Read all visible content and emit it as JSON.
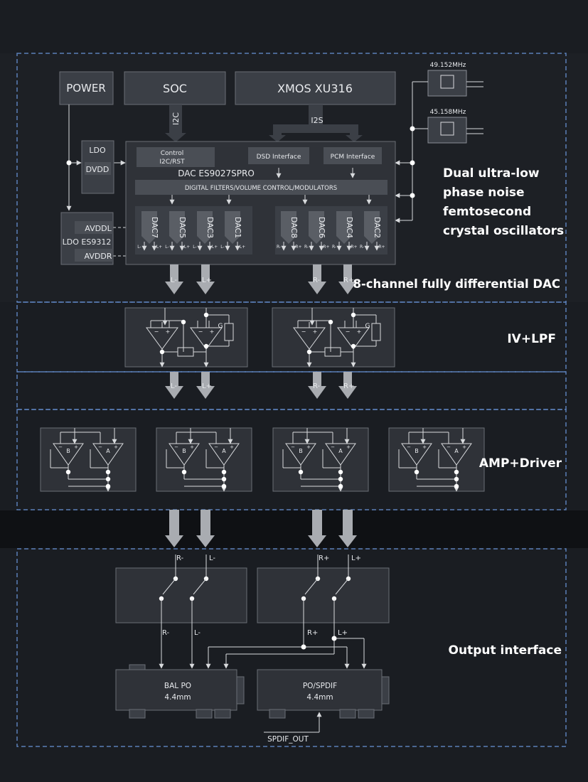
{
  "blocks": {
    "power": "POWER",
    "soc": "SOC",
    "xmos": "XMOS XU316",
    "i2c": "I2C",
    "i2s": "I2S",
    "osc1": "49.152MHz",
    "osc2": "45.158MHz",
    "ldo": "LDO",
    "dvdd": "DVDD",
    "avddl": "AVDDL",
    "ldo_es": "LDO ES9312",
    "avddr": "AVDDR",
    "control_line1": "Control",
    "control_line2": "I2C/RST",
    "dsd": "DSD Interface",
    "pcm": "PCM Interface",
    "dac_name": "DAC ES9027SPRO",
    "filters": "DIGITAL FILTERS/VOLUME CONTROL/MODULATORS",
    "dacs_left": [
      "DAC7",
      "DAC5",
      "DAC3",
      "DAC1"
    ],
    "dacs_right": [
      "DAC8",
      "DAC6",
      "DAC4",
      "DAC2"
    ]
  },
  "signals": {
    "l_minus": "L-",
    "l_plus": "L+",
    "r_minus": "R-",
    "r_plus": "R+",
    "g": "G",
    "a": "A",
    "b": "B"
  },
  "sections": {
    "oscillators_line1": "Dual ultra-low",
    "oscillators_line2": "phase noise",
    "oscillators_line3": "femtosecond",
    "oscillators_line4": "crystal oscillators",
    "dac": "8-channel fully differential DAC",
    "ivlpf": "IV+LPF",
    "amp": "AMP+Driver",
    "output": "Output interface"
  },
  "output": {
    "bal_name": "BAL PO",
    "bal_size": "4.4mm",
    "po_name": "PO/SPDIF",
    "po_size": "4.4mm",
    "spdif_out": "SPDIF_OUT"
  },
  "colors": {
    "background": "#1a1d22",
    "panel": "#2f3238",
    "block": "#3b3f46",
    "sub_block": "#4a4e55",
    "dashed_border": "#5b7fb8",
    "line": "#d8dadd",
    "arrow": "#a9acb1"
  }
}
